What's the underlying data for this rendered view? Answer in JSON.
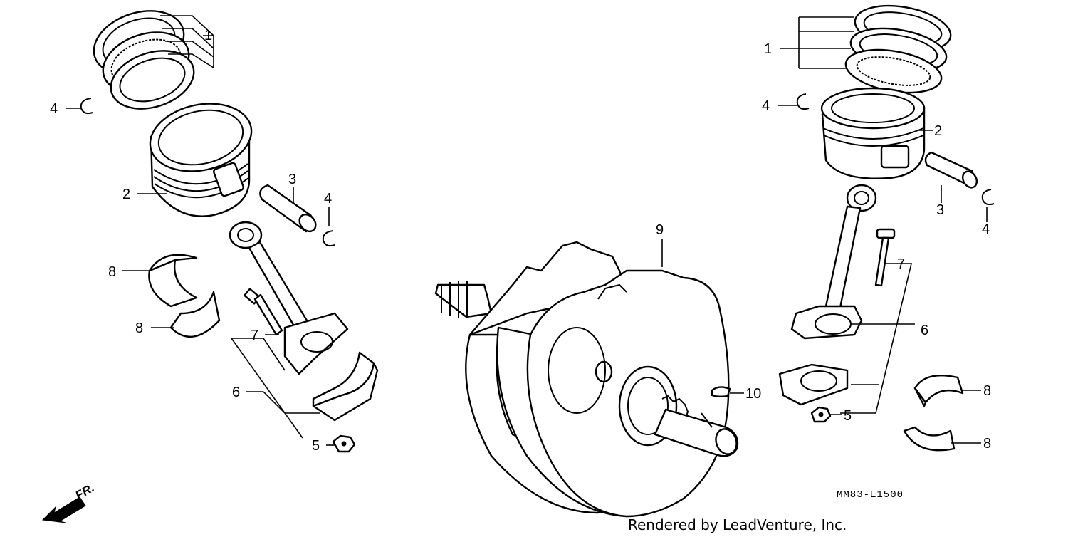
{
  "diagram": {
    "drawing_code": "MM83-E1500",
    "credit": "Rendered by LeadVenture, Inc.",
    "direction_label": "FR.",
    "callouts": [
      {
        "id": "left-1",
        "label": "1"
      },
      {
        "id": "left-4a",
        "label": "4"
      },
      {
        "id": "left-2",
        "label": "2"
      },
      {
        "id": "left-3",
        "label": "3"
      },
      {
        "id": "left-4b",
        "label": "4"
      },
      {
        "id": "left-8a",
        "label": "8"
      },
      {
        "id": "left-8b",
        "label": "8"
      },
      {
        "id": "left-7",
        "label": "7"
      },
      {
        "id": "left-6",
        "label": "6"
      },
      {
        "id": "left-5",
        "label": "5"
      },
      {
        "id": "center-9",
        "label": "9"
      },
      {
        "id": "center-10",
        "label": "10"
      },
      {
        "id": "right-1",
        "label": "1"
      },
      {
        "id": "right-4a",
        "label": "4"
      },
      {
        "id": "right-2",
        "label": "2"
      },
      {
        "id": "right-3",
        "label": "3"
      },
      {
        "id": "right-4b",
        "label": "4"
      },
      {
        "id": "right-7",
        "label": "7"
      },
      {
        "id": "right-6",
        "label": "6"
      },
      {
        "id": "right-5",
        "label": "5"
      },
      {
        "id": "right-8a",
        "label": "8"
      },
      {
        "id": "right-8b",
        "label": "8"
      }
    ]
  }
}
